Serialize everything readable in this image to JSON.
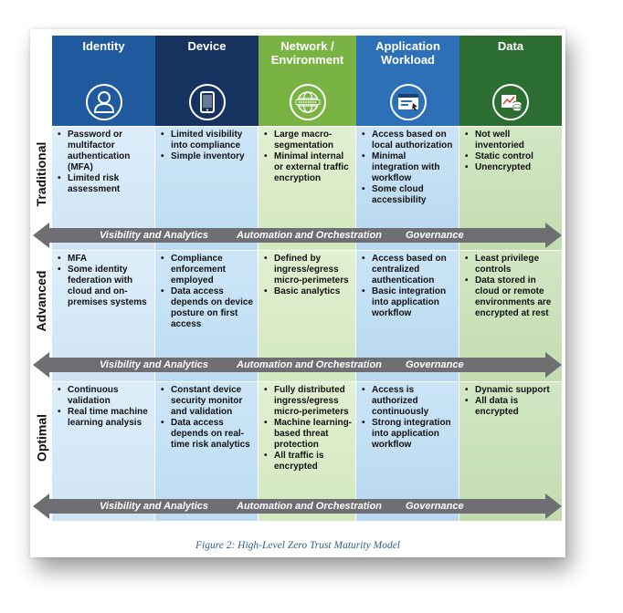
{
  "columns": [
    {
      "title": "Identity",
      "icon": "person-icon",
      "color": "#1f5a9e"
    },
    {
      "title": "Device",
      "icon": "tablet-icon",
      "color": "#16335f"
    },
    {
      "title": "Network /\nEnvironment",
      "icon": "network-globe-icon",
      "color": "#79b343"
    },
    {
      "title": "Application\nWorkload",
      "icon": "application-window-icon",
      "color": "#2d70b8"
    },
    {
      "title": "Data",
      "icon": "database-chart-icon",
      "color": "#2c6e32"
    }
  ],
  "rows": [
    {
      "label": "Traditional",
      "cells": [
        [
          "Password or multifactor authentication (MFA)",
          "Limited risk assessment"
        ],
        [
          "Limited visibility into compliance",
          "Simple inventory"
        ],
        [
          "Large macro-segmentation",
          "Minimal internal or external traffic encryption"
        ],
        [
          "Access based on local authorization",
          "Minimal integration with workflow",
          "Some cloud accessibility"
        ],
        [
          "Not well inventoried",
          "Static control",
          "Unencrypted"
        ]
      ]
    },
    {
      "label": "Advanced",
      "cells": [
        [
          "MFA",
          "Some identity federation with cloud and on-premises systems"
        ],
        [
          "Compliance enforcement employed",
          "Data access depends on device posture on first access"
        ],
        [
          "Defined by ingress/egress micro-perimeters",
          "Basic analytics"
        ],
        [
          "Access based on centralized authentication",
          "Basic integration into application workflow"
        ],
        [
          "Least privilege controls",
          "Data stored in cloud or remote environments are encrypted at rest"
        ]
      ]
    },
    {
      "label": "Optimal",
      "cells": [
        [
          "Continuous validation",
          "Real time machine learning analysis"
        ],
        [
          "Constant device security monitor and validation",
          "Data access depends on real-time risk analytics"
        ],
        [
          "Fully distributed ingress/egress micro-perimeters",
          "Machine learning-based threat protection",
          "All traffic is encrypted"
        ],
        [
          "Access is authorized continuously",
          "Strong integration into application workflow"
        ],
        [
          "Dynamic support",
          "All data is encrypted"
        ]
      ]
    }
  ],
  "crosscutting": {
    "visibility": "Visibility and Analytics",
    "automation": "Automation and Orchestration",
    "governance": "Governance"
  },
  "caption": "Figure 2: High-Level Zero Trust Maturity Model",
  "colors": {
    "col_fill": [
      "#cfe4f5",
      "#bcdcf3",
      "#d2e8bd",
      "#b7d8f0",
      "#c2dcb0"
    ],
    "col_fill_light": [
      "#ddeefa",
      "#cde6f7",
      "#e2f0d2",
      "#cbe4f6",
      "#d2e7c4"
    ],
    "arrow": "#6f6f73"
  }
}
